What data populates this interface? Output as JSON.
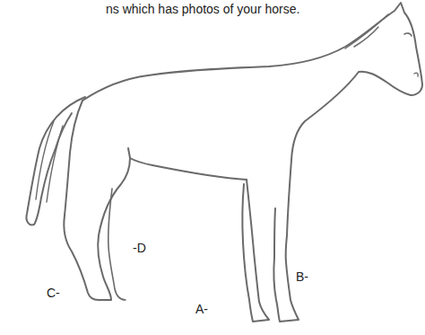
{
  "diagram": {
    "labels": [
      "ns which has photos of your horse.",
      "-D",
      "C-",
      "A-",
      "B-"
    ]
  }
}
